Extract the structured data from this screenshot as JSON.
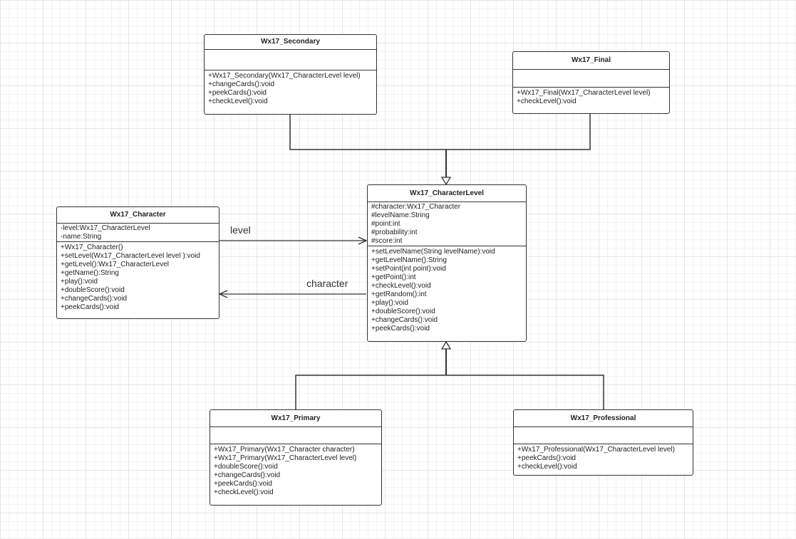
{
  "classes": {
    "character_level": {
      "name": "Wx17_CharacterLevel",
      "attributes": [
        "#character:Wx17_Character",
        "#levelName:String",
        "#point:int",
        "#probability:int",
        "#score:int"
      ],
      "operations": [
        "+setLevelName(String levelName):void",
        "+getLevelName():String",
        "+setPoint(int point):void",
        "+getPoint():int",
        "+checkLevel():void",
        "+getRandom():int",
        "+play():void",
        "+doubleScore():void",
        "+changeCards():void",
        "+peekCards():void"
      ]
    },
    "character": {
      "name": "Wx17_Character",
      "attributes": [
        "-level:Wx17_CharacterLevel",
        "-name:String"
      ],
      "operations": [
        "+Wx17_Character()",
        "+setLevel(Wx17_CharacterLevel level ):void",
        "+getLevel():Wx17_CharacterLevel",
        "+getName():String",
        "+play():void",
        "+doubleScore():void",
        "+changeCards():void",
        "+peekCards():void"
      ]
    },
    "secondary": {
      "name": "Wx17_Secondary",
      "attributes": [],
      "operations": [
        "+Wx17_Secondary(Wx17_CharacterLevel level)",
        "+changeCards():void",
        "+peekCards():void",
        "+checkLevel():void"
      ]
    },
    "final": {
      "name": "Wx17_Final",
      "attributes": [],
      "operations": [
        "+Wx17_Final(Wx17_CharacterLevel level)",
        "+checkLevel():void"
      ]
    },
    "primary": {
      "name": "Wx17_Primary",
      "attributes": [],
      "operations": [
        "+Wx17_Primary(Wx17_Character character)",
        "+Wx17_Primary(Wx17_CharacterLevel level)",
        "+doubleScore():void",
        "+changeCards():void",
        "+peekCards():void",
        "+checkLevel():void"
      ]
    },
    "professional": {
      "name": "Wx17_Professional",
      "attributes": [],
      "operations": [
        "+Wx17_Professional(Wx17_CharacterLevel level)",
        "+peekCards():void",
        "+checkLevel():void"
      ]
    }
  },
  "associations": {
    "level": "level",
    "character": "character"
  }
}
